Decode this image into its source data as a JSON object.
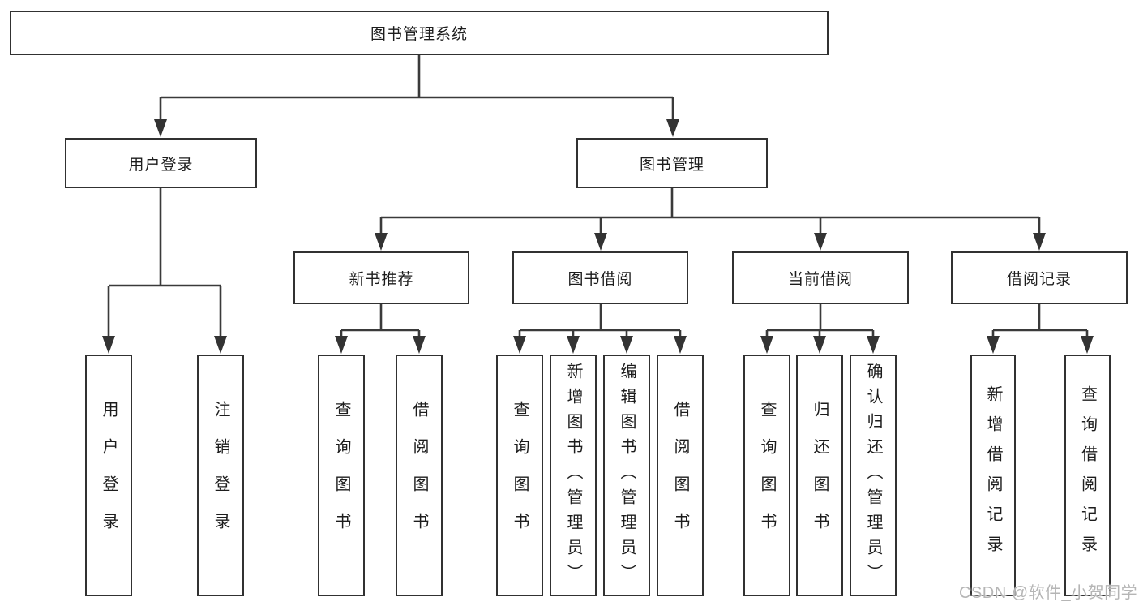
{
  "colors": {
    "line": "#3a3a3a",
    "box_border": "#313131",
    "text": "#1d1d1d",
    "watermark": "#b5b5b5",
    "background": "#ffffff"
  },
  "tree": {
    "root": "图书管理系统",
    "branches": [
      {
        "label": "用户登录",
        "children": [
          "用户登录",
          "注销登录"
        ]
      },
      {
        "label": "图书管理",
        "sections": [
          {
            "label": "新书推荐",
            "children": [
              "查询图书",
              "借阅图书"
            ]
          },
          {
            "label": "图书借阅",
            "children": [
              "查询图书",
              "新增图书（管理员）",
              "编辑图书（管理员）",
              "借阅图书"
            ]
          },
          {
            "label": "当前借阅",
            "children": [
              "查询图书",
              "归还图书",
              "确认归还（管理员）"
            ]
          },
          {
            "label": "借阅记录",
            "children": [
              "新增借阅记录",
              "查询借阅记录"
            ]
          }
        ]
      }
    ]
  },
  "watermark": "CSDN @软件_小贺同学"
}
